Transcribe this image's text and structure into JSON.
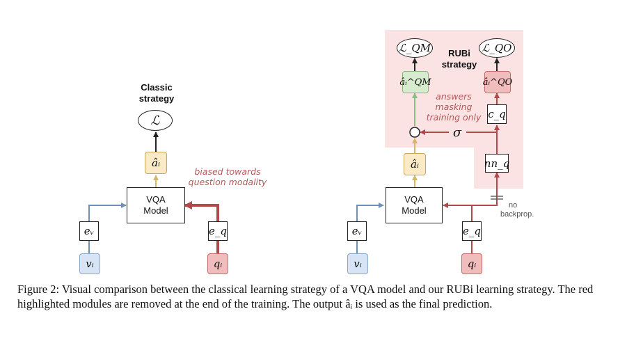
{
  "classic": {
    "title_line1": "Classic",
    "title_line2": "strategy",
    "loss": "ℒ",
    "answer": "âᵢ",
    "vqa_line1": "VQA",
    "vqa_line2": "Model",
    "ev": "eᵥ",
    "eq": "e_q",
    "vi": "vᵢ",
    "qi": "qᵢ",
    "bias_line1": "biased towards",
    "bias_line2": "question modality"
  },
  "rubi": {
    "title_line1": "RUBi",
    "title_line2": "strategy",
    "loss_qm": "ℒ_QM",
    "loss_qo": "ℒ_QO",
    "answer_qm": "âᵢ^QM",
    "answer_qo": "âᵢ^QO",
    "answer": "âᵢ",
    "cq": "c_q",
    "nnq": "nn_q",
    "sigma": "σ",
    "odot": "⊙",
    "mask_line1": "answers",
    "mask_line2": "masking",
    "mask_line3": "training only",
    "vqa_line1": "VQA",
    "vqa_line2": "Model",
    "ev": "eᵥ",
    "eq": "e_q",
    "vi": "vᵢ",
    "qi": "qᵢ",
    "nobp_line1": "no",
    "nobp_line2": "backprop."
  },
  "caption": "Figure 2:  Visual comparison between the classical learning strategy of a VQA model and our RUBi learning strategy. The red highlighted modules are removed at the end of the training. The output âᵢ is used as the final prediction.",
  "colors": {
    "black": "#222222",
    "blue": "#6f8fb3",
    "yellow": "#d9b56a",
    "green": "#8cbc7c",
    "red": "#b04a4a",
    "highlight": "#fbe3e3"
  }
}
